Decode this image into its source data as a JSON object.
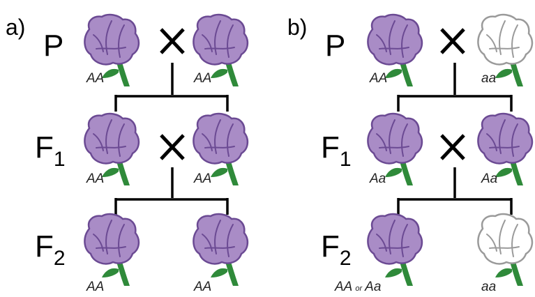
{
  "panels": [
    {
      "id": "a",
      "label": "a)",
      "generations": [
        {
          "symbol": "P",
          "sub": "",
          "flowers": [
            {
              "color": "purple",
              "genotype": "AA"
            },
            {
              "color": "purple",
              "genotype": "AA"
            }
          ],
          "cross": true
        },
        {
          "symbol": "F",
          "sub": "1",
          "flowers": [
            {
              "color": "purple",
              "genotype": "AA"
            },
            {
              "color": "purple",
              "genotype": "AA"
            }
          ],
          "cross": true
        },
        {
          "symbol": "F",
          "sub": "2",
          "flowers": [
            {
              "color": "purple",
              "genotype": "AA"
            },
            {
              "color": "purple",
              "genotype": "AA"
            }
          ],
          "cross": false
        }
      ]
    },
    {
      "id": "b",
      "label": "b)",
      "generations": [
        {
          "symbol": "P",
          "sub": "",
          "flowers": [
            {
              "color": "purple",
              "genotype": "AA"
            },
            {
              "color": "white",
              "genotype": "aa"
            }
          ],
          "cross": true
        },
        {
          "symbol": "F",
          "sub": "1",
          "flowers": [
            {
              "color": "purple",
              "genotype": "Aa"
            },
            {
              "color": "purple",
              "genotype": "Aa"
            }
          ],
          "cross": true
        },
        {
          "symbol": "F",
          "sub": "2",
          "flowers": [
            {
              "color": "purple",
              "genotype": "AA",
              "or_word": "or",
              "genotype_alt": "Aa"
            },
            {
              "color": "white",
              "genotype": "aa"
            }
          ],
          "cross": false
        }
      ]
    }
  ],
  "colors": {
    "purple_fill": "#a98cc6",
    "purple_dark": "#6b4a93",
    "white_fill": "#ffffff",
    "white_stroke": "#9a9a9a",
    "stem": "#2f8a3a",
    "line": "#000000"
  }
}
